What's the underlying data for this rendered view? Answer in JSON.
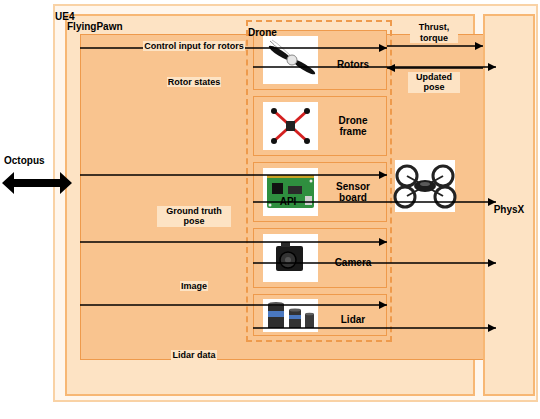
{
  "diagram": {
    "nodes": [
      {
        "text": [
          "UE4"
        ]
      },
      {
        "text": [
          "FlyingPawn"
        ],
        "in": 0
      },
      {
        "text": [
          "API"
        ],
        "in": 1
      },
      {
        "text": [
          "Drone"
        ],
        "in": 1
      },
      {
        "text": [
          "Rotors"
        ],
        "in": 3
      },
      {
        "text": [
          "Drone frame"
        ],
        "in": 3
      },
      {
        "text": [
          "Sensor board"
        ],
        "in": 3
      },
      {
        "text": [
          "Camera"
        ],
        "in": 3
      },
      {
        "text": [
          "Lidar"
        ],
        "in": 3
      },
      {
        "text": [
          "PhysX"
        ],
        "in": 0
      }
    ],
    "edges": [
      {
        "from": 2,
        "to": 4,
        "arrow": "to",
        "label": "Control input for rotors"
      },
      {
        "from": 4,
        "to": 2,
        "arrow": "to",
        "label": "Rotor states"
      },
      {
        "from": 4,
        "to": 9,
        "arrow": "to",
        "label": "Thrust, torque"
      },
      {
        "from": 9,
        "to": 4,
        "arrow": "to",
        "label": "Updated pose"
      },
      {
        "from": 2,
        "to": 6,
        "arrow": "to"
      },
      {
        "from": 6,
        "to": 2,
        "arrow": "to",
        "label": "Ground truth pose"
      },
      {
        "from": 2,
        "to": 7,
        "arrow": "to"
      },
      {
        "from": 7,
        "to": 2,
        "arrow": "to",
        "label": "Image"
      },
      {
        "from": 2,
        "to": 8,
        "arrow": "to"
      },
      {
        "from": 8,
        "to": 2,
        "arrow": "to",
        "label": "Lidar data"
      }
    ],
    "labels": [
      "Octopus"
    ]
  }
}
